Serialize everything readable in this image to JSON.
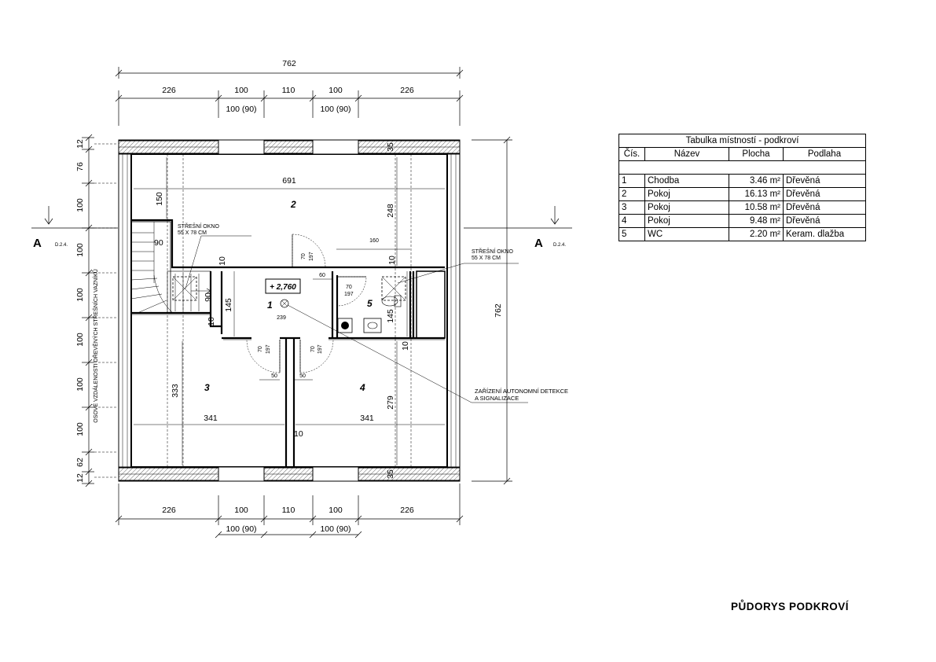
{
  "dimensions": {
    "top_total": "762",
    "top_segments": [
      "226",
      "100",
      "110",
      "100",
      "226"
    ],
    "top_sub": [
      "100 (90)",
      "100 (90)"
    ],
    "bottom_segments": [
      "226",
      "100",
      "110",
      "100",
      "226"
    ],
    "bottom_sub": [
      "100 (90)",
      "100 (90)"
    ],
    "right_total": "762",
    "left_segments": [
      "12",
      "76",
      "100",
      "100",
      "100",
      "100",
      "100",
      "100",
      "62",
      "12"
    ],
    "left_axis_label": "OSOVÉ VZDÁLENOSTI DŘEVĚNÝCH STŘEŠNÍCH VAZNÍKŮ",
    "interior": {
      "d691": "691",
      "d150": "150",
      "d248": "248",
      "d90a": "90",
      "d10a": "10",
      "d145a": "145",
      "d90b": "90",
      "d10b": "10",
      "d60": "60",
      "d160": "160",
      "d10c": "10",
      "d145b": "145",
      "d10d": "10",
      "d333": "333",
      "d341a": "341",
      "d279": "279",
      "d341b": "341",
      "d10e": "10",
      "d35a": "35",
      "d35b": "35",
      "d239": "239",
      "d50a": "50",
      "d50b": "50"
    },
    "doors": {
      "door1_w": "70",
      "door1_h": "197",
      "door2_w": "70",
      "door2_h": "197",
      "door3_w": "70",
      "door3_h": "197",
      "door4_w": "70",
      "door4_h": "197"
    }
  },
  "rooms": [
    "1",
    "2",
    "3",
    "4",
    "5"
  ],
  "level_mark": "+ 2,760",
  "annotations": {
    "roof_window_label": "STŘEŠNÍ OKNO",
    "roof_window_size": "55 X 78 CM",
    "roof_window2_label": "STŘEŠNÍ OKNO",
    "roof_window2_size": "55 X 78 CM",
    "detector_line1": "ZAŘÍZENÍ AUTONOMNÍ DETEKCE",
    "detector_line2": "A SIGNALIZACE"
  },
  "section_marks": {
    "left_letter": "A",
    "left_ref": "D.2.4.",
    "right_letter": "A",
    "right_ref": "D.2.4."
  },
  "room_table": {
    "title": "Tabulka místností - podkroví",
    "headers": [
      "Čís.",
      "Název",
      "Plocha",
      "Podlaha"
    ],
    "rows": [
      [
        "1",
        "Chodba",
        "3.46 m²",
        "Dřevěná"
      ],
      [
        "2",
        "Pokoj",
        "16.13 m²",
        "Dřevěná"
      ],
      [
        "3",
        "Pokoj",
        "10.58 m²",
        "Dřevěná"
      ],
      [
        "4",
        "Pokoj",
        "9.48 m²",
        "Dřevěná"
      ],
      [
        "5",
        "WC",
        "2.20 m²",
        "Keram. dlažba"
      ]
    ]
  },
  "sheet_title": "PŮDORYS  PODKROVÍ"
}
